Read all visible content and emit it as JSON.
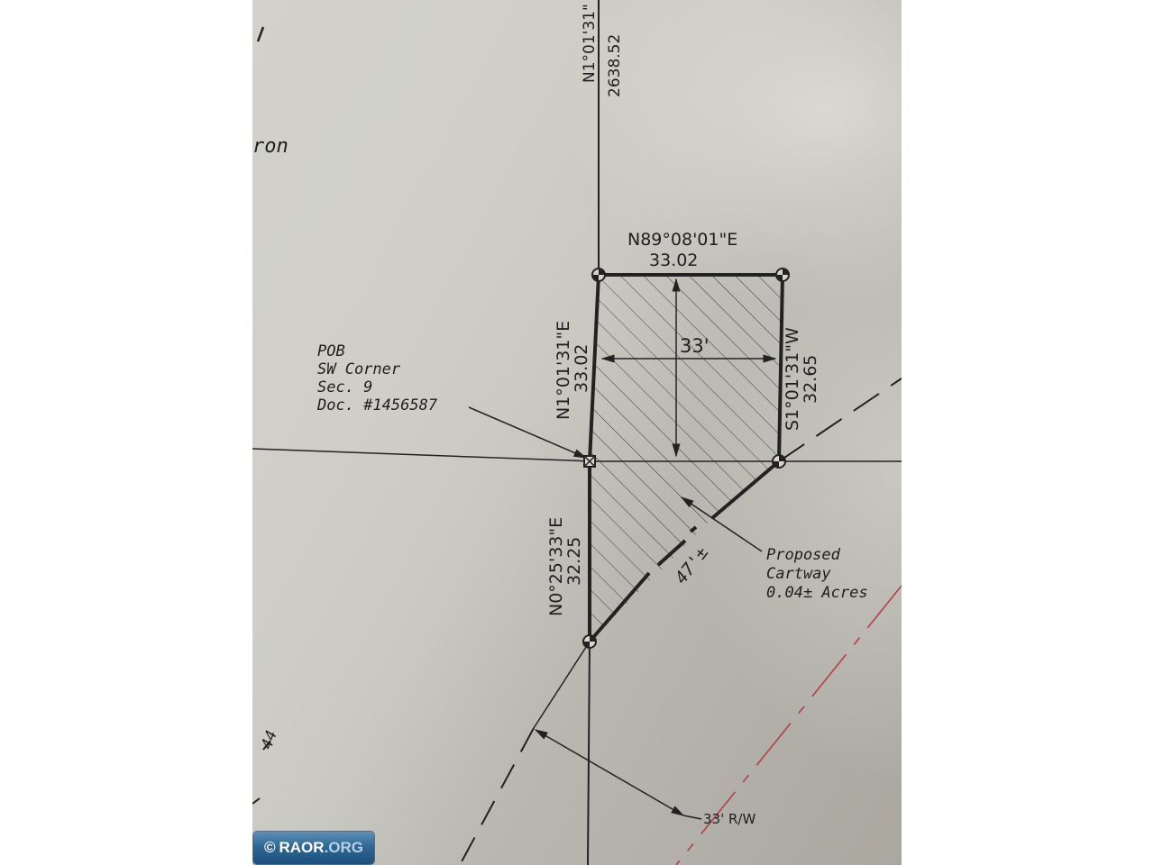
{
  "watermark": {
    "copyright_symbol": "©",
    "brand": "RAOR",
    "domain_suffix": ".ORG",
    "background_color": "#2f6895"
  },
  "survey": {
    "north_line": {
      "bearing": "N1°01'31\"",
      "distance": "2638.52"
    },
    "partial_label_left": "ron",
    "pob": {
      "line1": "POB",
      "line2": "SW Corner",
      "line3": "Sec. 9",
      "line4": "Doc. #1456587"
    },
    "north_side": {
      "bearing": "N89°08'01\"E",
      "distance": "33.02"
    },
    "west_side_upper": {
      "bearing": "N1°01'31\"E",
      "distance": "33.02"
    },
    "east_side": {
      "bearing": "S1°01'31\"W",
      "distance": "32.65"
    },
    "inner_dimension": "33'",
    "west_side_lower": {
      "bearing": "N0°25'33\"E",
      "distance": "32.25"
    },
    "diagonal_length": "47'±",
    "cartway": {
      "line1": "Proposed",
      "line2": "Cartway",
      "line3": "0.04± Acres"
    },
    "right_of_way": "33' R/W",
    "partial_marks_left": "44",
    "line_color": "#222222",
    "row_line_color": "#b0404a",
    "paper_color": "#d0cfc9"
  }
}
